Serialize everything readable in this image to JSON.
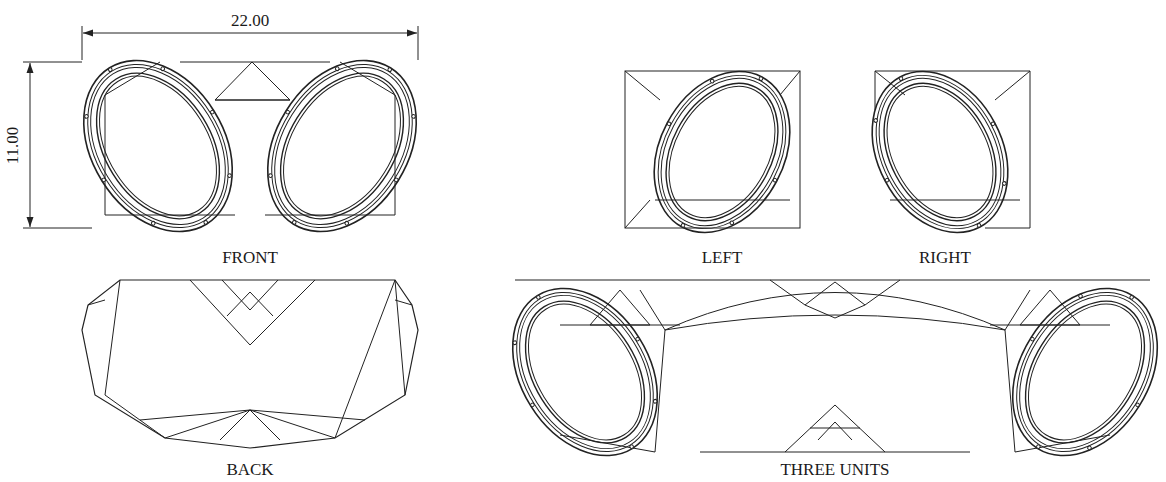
{
  "diagram": {
    "labels": [
      "22.00",
      "11.00",
      "FRONT",
      "LEFT",
      "RIGHT",
      "BACK",
      "THREE UNITS"
    ]
  }
}
